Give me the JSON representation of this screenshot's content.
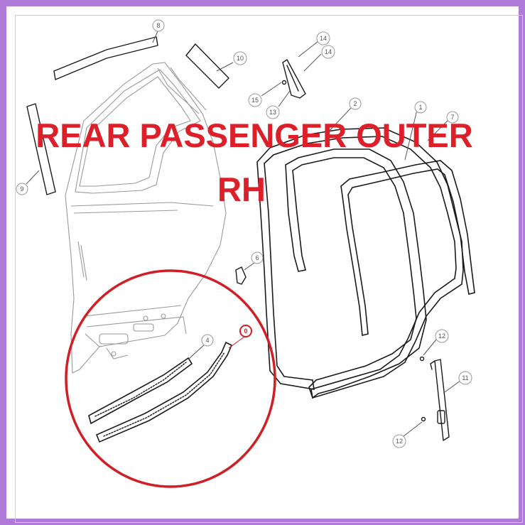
{
  "title": {
    "line1": "REAR PASSENGER OUTER",
    "line2": "RH"
  },
  "callouts": [
    {
      "id": "c1",
      "label": "1"
    },
    {
      "id": "c2",
      "label": "2"
    },
    {
      "id": "c4",
      "label": "4"
    },
    {
      "id": "c6",
      "label": "6"
    },
    {
      "id": "c7",
      "label": "7"
    },
    {
      "id": "c8",
      "label": "8"
    },
    {
      "id": "c9",
      "label": "9"
    },
    {
      "id": "c10",
      "label": "10"
    },
    {
      "id": "c11",
      "label": "11"
    },
    {
      "id": "c12a",
      "label": "12"
    },
    {
      "id": "c12b",
      "label": "12"
    },
    {
      "id": "c13",
      "label": "13"
    },
    {
      "id": "c14a",
      "label": "14"
    },
    {
      "id": "c14b",
      "label": "14"
    },
    {
      "id": "c15",
      "label": "15"
    }
  ],
  "highlighted_callout": {
    "label": "0"
  },
  "colors": {
    "frame": "#b07ad8",
    "title": "#dd1f2a",
    "highlight": "#d11f26",
    "line": "#1a1a1a"
  }
}
